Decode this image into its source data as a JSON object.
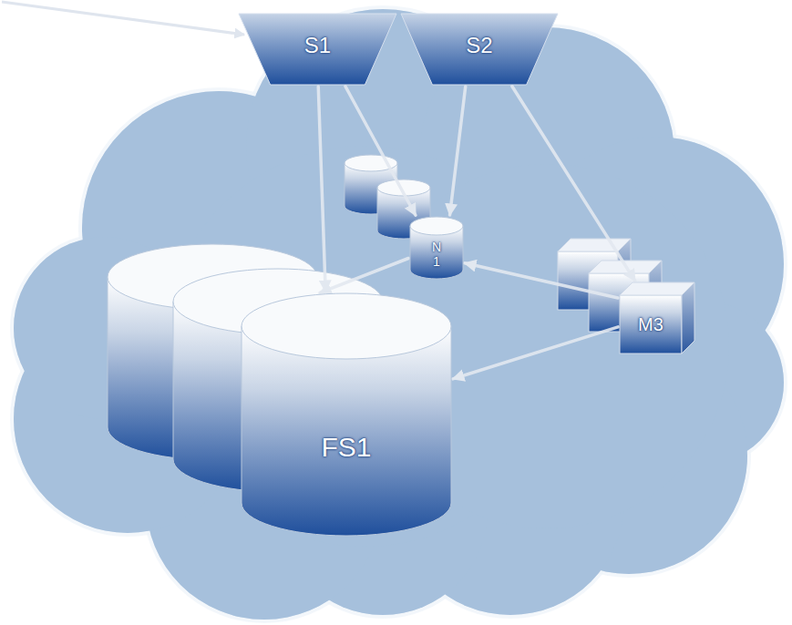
{
  "diagram": {
    "nodes": [
      {
        "text": [
          "S1"
        ]
      },
      {
        "text": [
          "S2"
        ]
      },
      {
        "text": [
          "N 1"
        ]
      },
      {
        "text": [
          "M3"
        ]
      },
      {
        "text": [
          "FS1"
        ]
      }
    ],
    "edges": [
      {
        "from": 0,
        "to": 2,
        "arrow": "to"
      },
      {
        "from": 0,
        "to": 4,
        "arrow": "to"
      },
      {
        "from": 2,
        "to": 4,
        "arrow": "to"
      },
      {
        "from": 1,
        "to": 2,
        "arrow": "to"
      },
      {
        "from": 1,
        "to": 3,
        "arrow": "to"
      },
      {
        "from": 3,
        "to": 2,
        "arrow": "to"
      },
      {
        "from": 3,
        "to": 4,
        "arrow": "to"
      }
    ]
  }
}
